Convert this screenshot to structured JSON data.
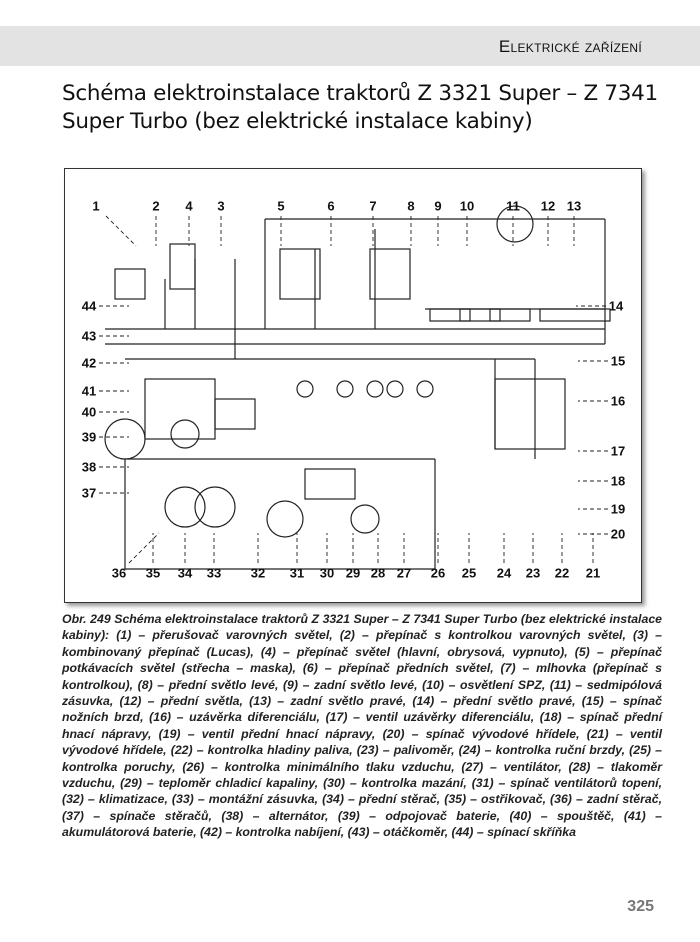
{
  "header": {
    "section": "Elektrické zařízení"
  },
  "title": "Schéma elektroinstalace traktorů Z 3321 Super – Z 7341 Super Turbo (bez elektrické instalace kabiny)",
  "diagram": {
    "labels": [
      "1",
      "2",
      "4",
      "3",
      "5",
      "6",
      "7",
      "8",
      "9",
      "10",
      "11",
      "12",
      "13",
      "14",
      "15",
      "16",
      "17",
      "18",
      "19",
      "20",
      "36",
      "35",
      "34",
      "33",
      "32",
      "31",
      "30",
      "29",
      "28",
      "27",
      "26",
      "25",
      "24",
      "23",
      "22",
      "21",
      "44",
      "43",
      "42",
      "41",
      "40",
      "39",
      "38",
      "37"
    ]
  },
  "caption": "Obr. 249 Schéma elektroinstalace traktorů Z 3321 Super – Z 7341 Super Turbo (bez elektrické instalace kabiny): (1) – přerušovač varovných světel, (2) – přepínač s kontrolkou varovných světel, (3) – kombinovaný přepínač (Lucas), (4) – přepínač světel (hlavní, obrysová, vypnuto), (5) – přepínač potkávacích světel (střecha – maska), (6) – přepínač předních světel, (7) – mlhovka (přepínač s kontrolkou), (8) – přední světlo levé, (9) – zadní světlo levé, (10) – osvětlení SPZ, (11) – sedmipólová zásuvka, (12) – přední světla, (13) – zadní světlo pravé, (14) – přední světlo pravé, (15) – spínač nožních brzd, (16) – uzávěrka diferenciálu, (17) – ventil uzávěrky diferenciálu, (18) – spínač přední hnací nápravy, (19) – ventil přední hnací nápravy, (20) – spínač vývodové hřídele, (21) – ventil vývodové hřídele, (22) – kontrolka hladiny paliva, (23) – palivoměr, (24) – kontrolka ruční brzdy, (25) – kontrolka poruchy, (26) – kontrolka minimálního tlaku vzduchu, (27) – ventilátor, (28) – tlakoměr vzduchu, (29) – teploměr chladicí kapaliny, (30) – kontrolka mazání, (31) – spínač ventilátorů topení, (32) – klimatizace, (33) – montážní zásuvka, (34) – přední stěrač, (35) – ostřikovač, (36) – zadní stěrač, (37) – spínače stěračů, (38) – alternátor, (39) – odpojovač baterie, (40) – spouštěč, (41) – akumulátorová baterie, (42) – kontrolka nabíjení, (43) – otáčkoměr, (44) – spínací skříňka",
  "page_number": "325"
}
